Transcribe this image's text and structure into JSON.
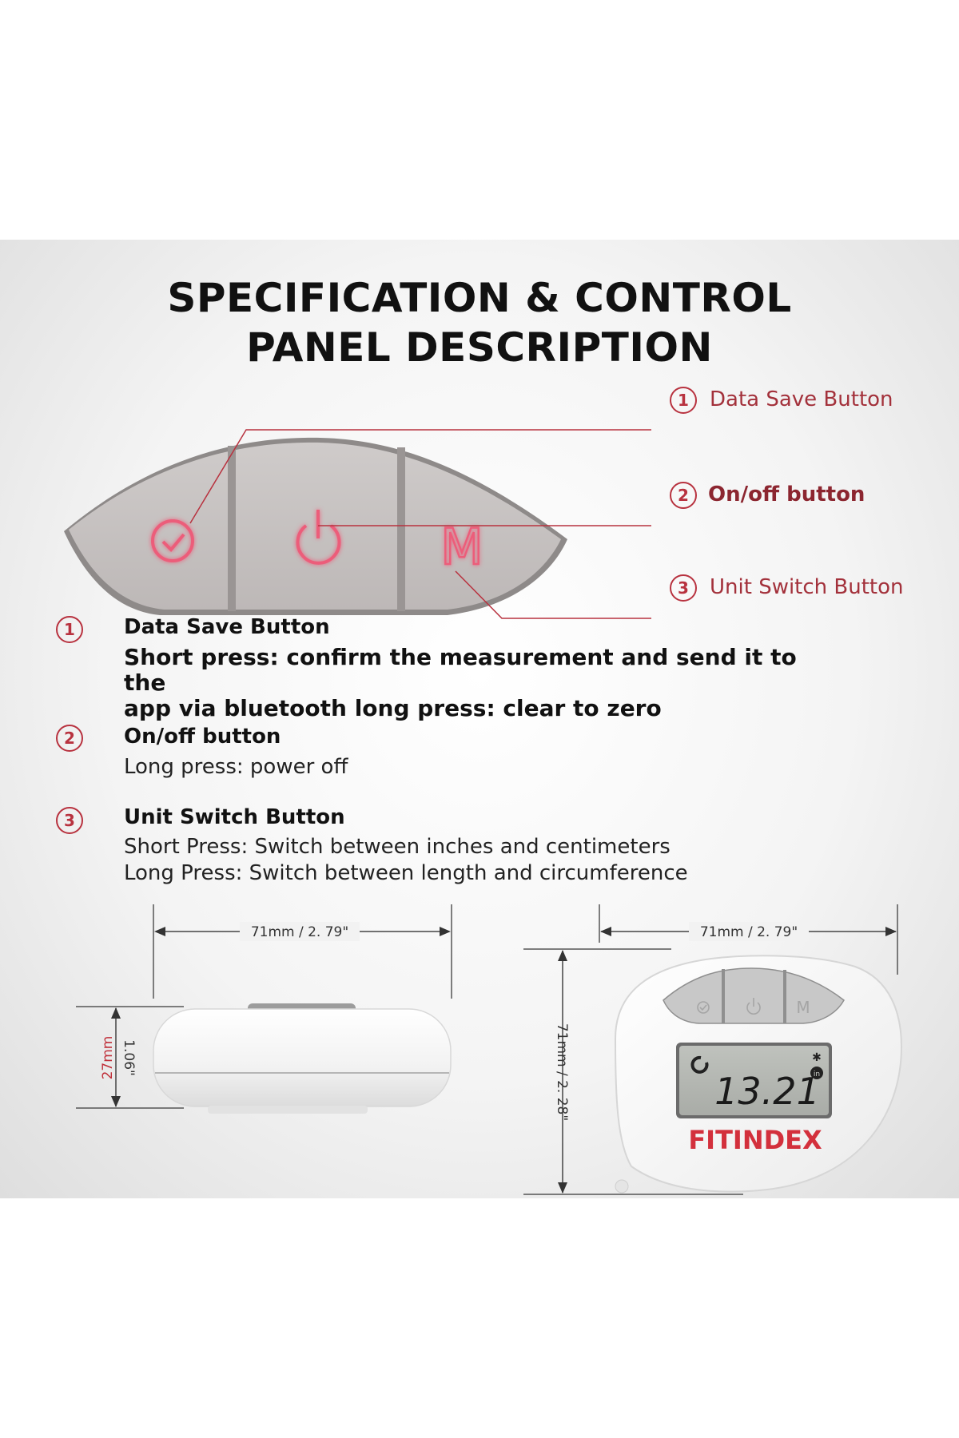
{
  "title": {
    "line1": "SPECIFICATION & CONTROL",
    "line2": "PANEL DESCRIPTION"
  },
  "colors": {
    "accent_red": "#b8323f",
    "callout_red": "#a3313b",
    "brand_red": "#d3303c",
    "text_dark": "#111111"
  },
  "panel_buttons": {
    "button1_icon": "check-circle-icon",
    "button2_icon": "power-icon",
    "button3_glyph": "M"
  },
  "callouts": [
    {
      "number": "1",
      "label": "Data Save Button"
    },
    {
      "number": "2",
      "label": "On/off button"
    },
    {
      "number": "3",
      "label": "Unit Switch Button"
    }
  ],
  "descriptions": [
    {
      "number": "1",
      "heading": "Data Save Button",
      "line1": "Short press: confirm the measurement and send it to the",
      "line2": "app via bluetooth long press: clear to zero"
    },
    {
      "number": "2",
      "heading": "On/off button",
      "line1": "Long press: power off"
    },
    {
      "number": "3",
      "heading": "Unit Switch Button",
      "line1": "Short Press: Switch between inches and centimeters",
      "line2": "Long Press: Switch between length and circumference"
    }
  ],
  "dimensions": {
    "side_width": "71mm / 2. 79\"",
    "side_height_mm": "27mm",
    "side_height_in": "1.06\"",
    "front_width": "71mm / 2. 79\"",
    "front_height": "71mm / 2. 28\""
  },
  "device": {
    "display_value": "13.21",
    "display_unit_badge": "in",
    "brand": "FITINDEX"
  }
}
